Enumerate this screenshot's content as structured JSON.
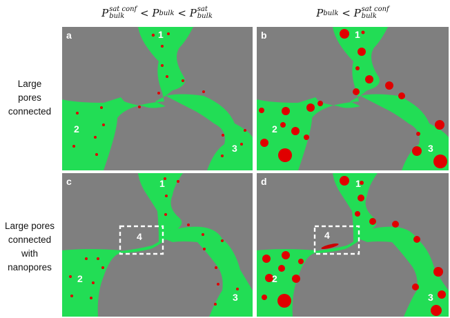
{
  "headers": {
    "left": {
      "p": "P",
      "sup": "sat conf",
      "sub": "bulk",
      "lt1": " < ",
      "mid_p": "P",
      "mid_sub": "bulk",
      "lt2": " < ",
      "r_p": "P",
      "r_sup": "sat",
      "r_sub": "bulk"
    },
    "right": {
      "p": "P",
      "sub": "bulk",
      "lt": " < ",
      "r_p": "P",
      "r_sup": "sat conf",
      "r_sub": "bulk"
    }
  },
  "rows": {
    "top": {
      "line1": "Large",
      "line2": "pores",
      "line3": "connected"
    },
    "bottom": {
      "line1": "Large pores",
      "line2": "connected",
      "line3": "with",
      "line4": "nanopores"
    }
  },
  "panels": {
    "a": {
      "letter": "a",
      "pore_labels": [
        "1",
        "2",
        "3"
      ]
    },
    "b": {
      "letter": "b",
      "pore_labels": [
        "1",
        "2",
        "3"
      ]
    },
    "c": {
      "letter": "c",
      "pore_labels": [
        "1",
        "2",
        "3",
        "4"
      ]
    },
    "d": {
      "letter": "d",
      "pore_labels": [
        "1",
        "2",
        "3",
        "4"
      ]
    }
  },
  "colors": {
    "rock": "#7f7f7f",
    "pore": "#22dd55",
    "droplet": "#e00000",
    "box": "#ffffff"
  }
}
